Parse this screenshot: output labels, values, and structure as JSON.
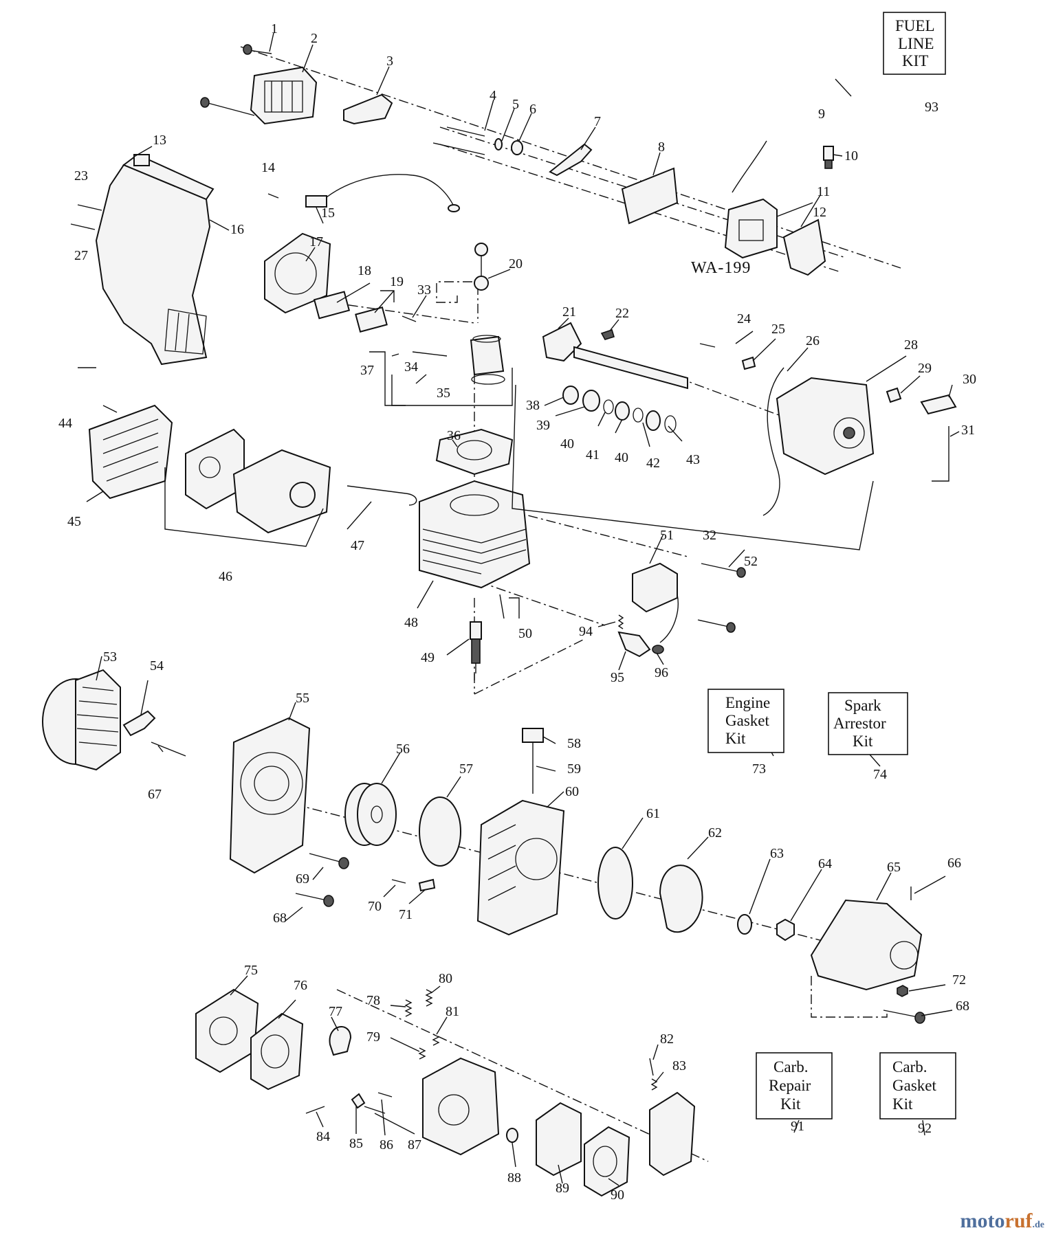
{
  "diagram": {
    "model_label": "WA-199",
    "callouts": [
      "1",
      "2",
      "3",
      "4",
      "5",
      "6",
      "7",
      "8",
      "9",
      "10",
      "11",
      "12",
      "13",
      "14",
      "15",
      "16",
      "17",
      "18",
      "19",
      "20",
      "21",
      "22",
      "23",
      "24",
      "25",
      "26",
      "27",
      "28",
      "29",
      "30",
      "31",
      "32",
      "33",
      "34",
      "35",
      "36",
      "37",
      "38",
      "39",
      "40",
      "40",
      "41",
      "42",
      "43",
      "44",
      "45",
      "46",
      "47",
      "48",
      "49",
      "50",
      "51",
      "52",
      "53",
      "54",
      "55",
      "56",
      "57",
      "58",
      "59",
      "60",
      "61",
      "62",
      "63",
      "64",
      "65",
      "66",
      "67",
      "68",
      "68",
      "69",
      "70",
      "71",
      "72",
      "73",
      "74",
      "75",
      "76",
      "77",
      "78",
      "79",
      "80",
      "81",
      "82",
      "83",
      "84",
      "85",
      "86",
      "87",
      "88",
      "89",
      "90",
      "91",
      "92",
      "93",
      "94",
      "95",
      "96"
    ],
    "kits": {
      "fuel_line": {
        "lines": [
          "FUEL",
          "LINE",
          "KIT"
        ],
        "number": "93"
      },
      "engine_gasket": {
        "lines": [
          "Engine",
          "Gasket",
          "Kit"
        ],
        "number": "73"
      },
      "spark_arrestor": {
        "lines": [
          "Spark",
          "Arrestor",
          "Kit"
        ],
        "number": "74"
      },
      "carb_repair": {
        "lines": [
          "Carb.",
          "Repair",
          "Kit"
        ],
        "number": "91"
      },
      "carb_gasket": {
        "lines": [
          "Carb.",
          "Gasket",
          "Kit"
        ],
        "number": "92"
      }
    }
  },
  "watermark": {
    "brand_a": "moto",
    "brand_b": "ruf",
    "tld": ".de"
  }
}
